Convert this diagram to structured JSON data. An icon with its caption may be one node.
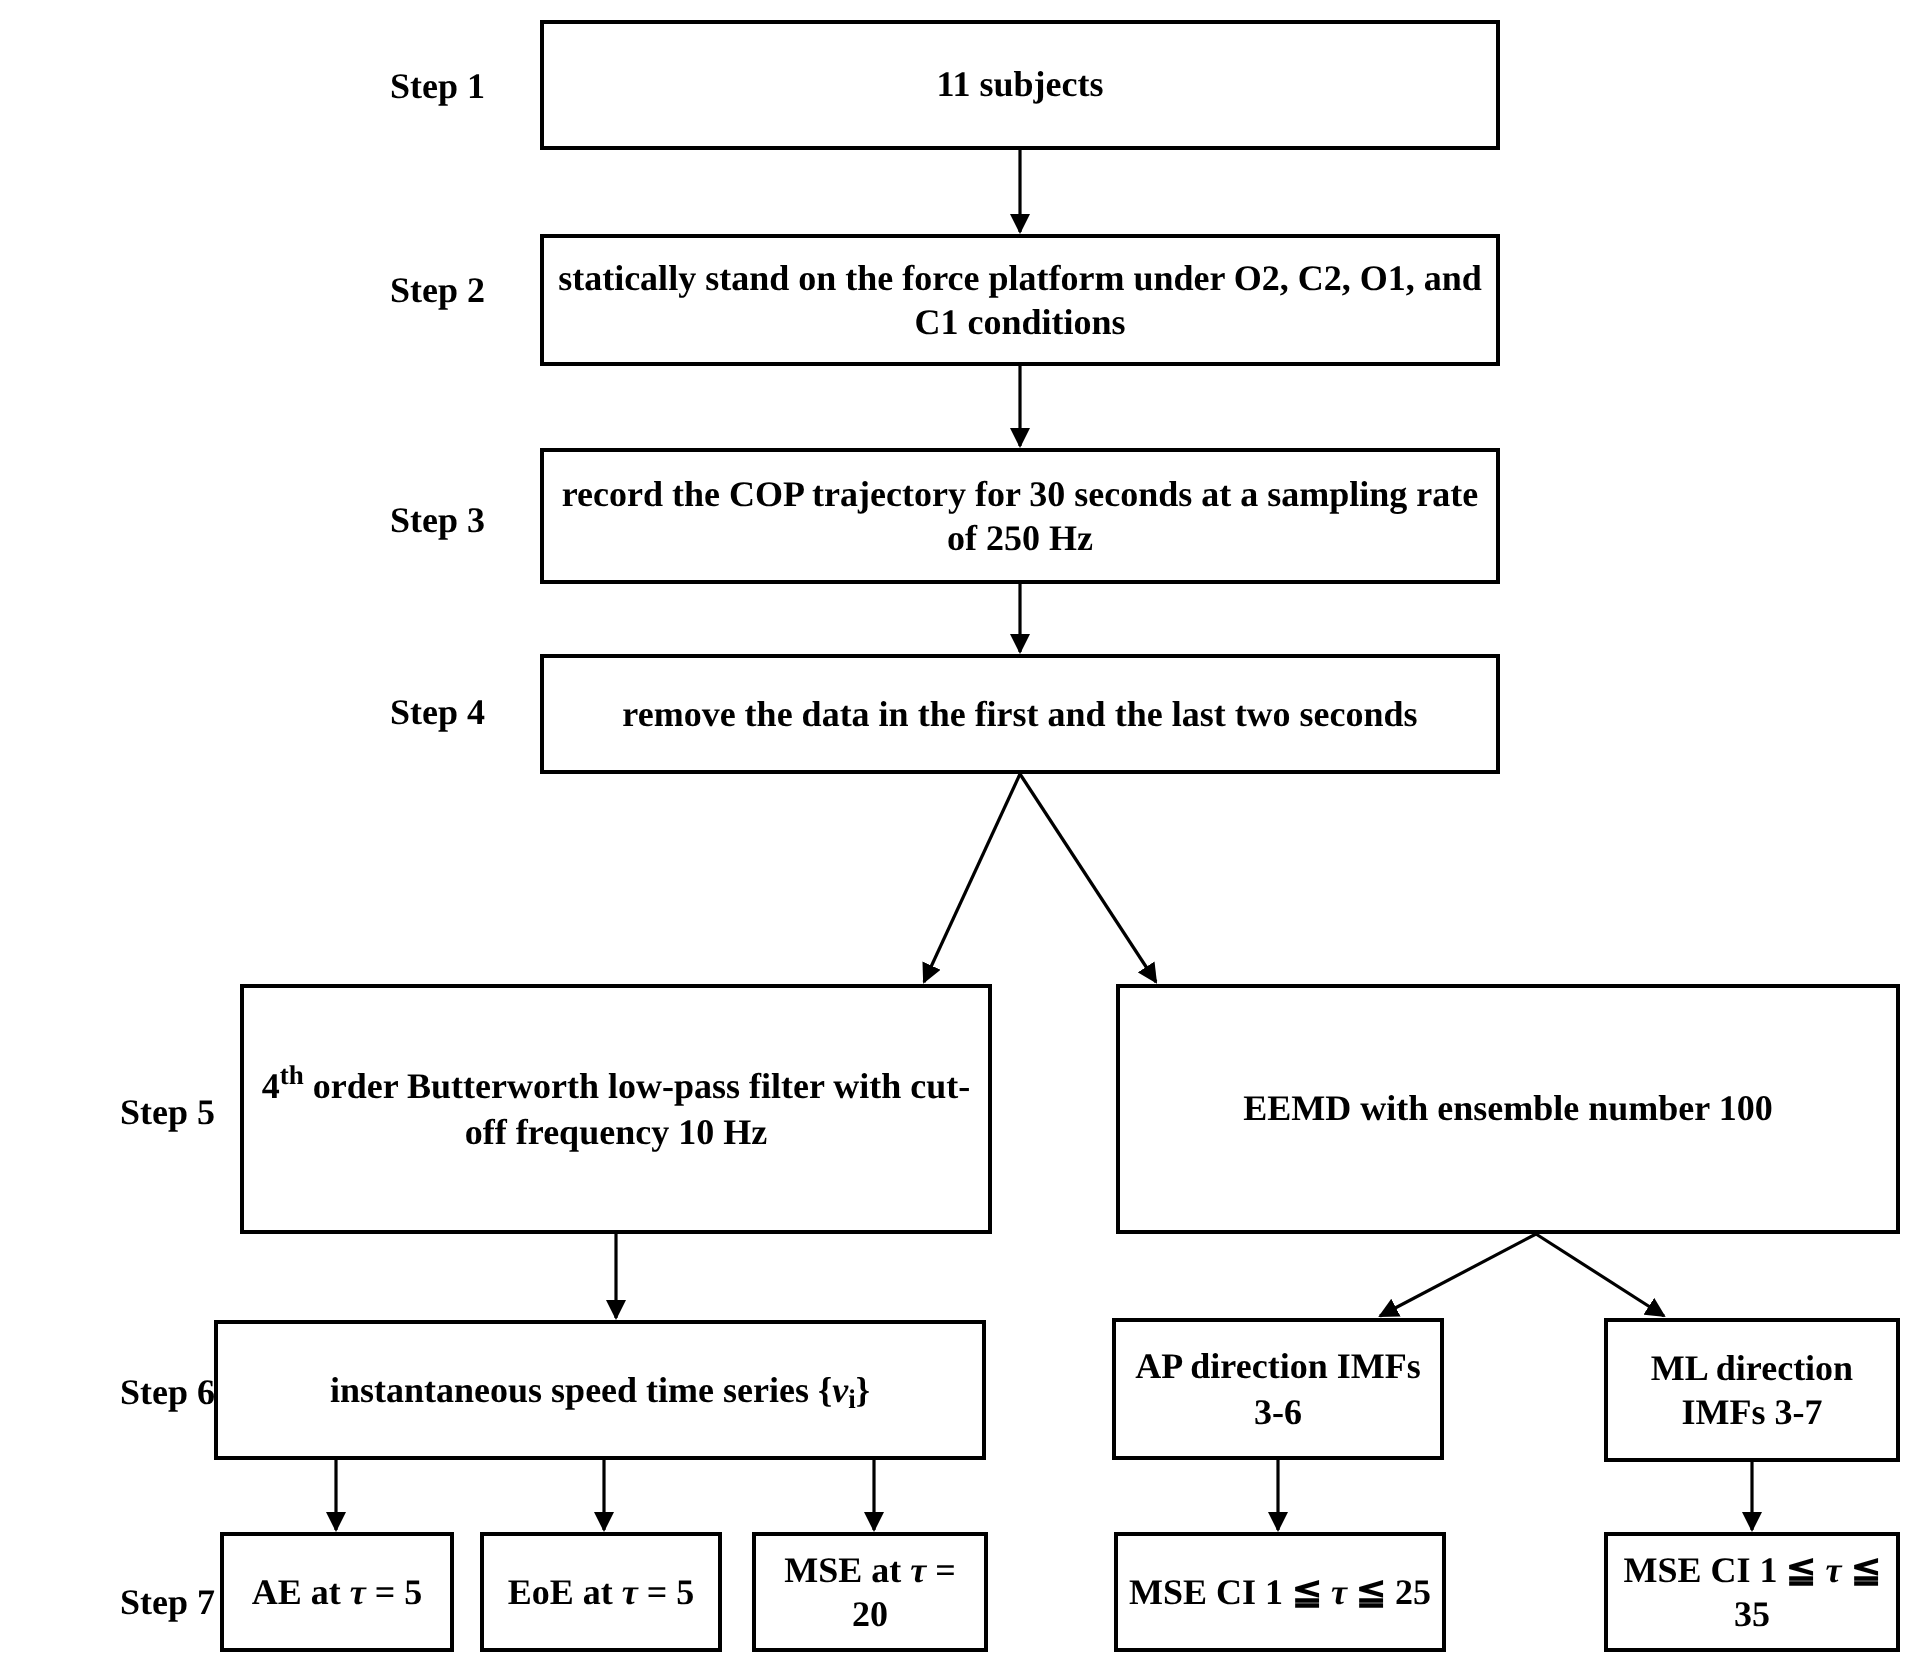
{
  "diagram": {
    "nodes": [
      {
        "text": [
          "11 subjects"
        ]
      },
      {
        "text": [
          "statically stand on the force platform under O2, C2, O1, and C1 conditions"
        ]
      },
      {
        "text": [
          "record the COP trajectory for 30 seconds at a sampling rate of 250 Hz"
        ]
      },
      {
        "text": [
          "remove the data in the first and the last two seconds"
        ]
      },
      {
        "text": [
          "4$^{th}$ order Butterworth low-pass filter with cut-off frequency 10 Hz"
        ]
      },
      {
        "text": [
          "EEMD with ensemble number 100"
        ]
      },
      {
        "text": [
          "instantaneous speed time series {*v*$_{i}$}"
        ]
      },
      {
        "text": [
          "AP direction IMFs 3-6"
        ]
      },
      {
        "text": [
          "ML direction IMFs 3-7"
        ]
      },
      {
        "text": [
          "AE at *τ* = 5"
        ]
      },
      {
        "text": [
          "EoE at *τ* = 5"
        ]
      },
      {
        "text": [
          "MSE at *τ* = 20"
        ]
      },
      {
        "text": [
          "MSE CI 1 ≦ *τ* ≦ 25"
        ]
      },
      {
        "text": [
          "MSE CI 1 ≦ *τ* ≦ 35"
        ]
      }
    ],
    "edges": [
      {
        "from": 0,
        "to": 1,
        "arrow": "to"
      },
      {
        "from": 1,
        "to": 2,
        "arrow": "to"
      },
      {
        "from": 2,
        "to": 3,
        "arrow": "to"
      },
      {
        "from": 3,
        "to": 4,
        "arrow": "to"
      },
      {
        "from": 3,
        "to": 5,
        "arrow": "to"
      },
      {
        "from": 4,
        "to": 6,
        "arrow": "to"
      },
      {
        "from": 5,
        "to": 7,
        "arrow": "to"
      },
      {
        "from": 5,
        "to": 8,
        "arrow": "to"
      },
      {
        "from": 6,
        "to": 9,
        "arrow": "to"
      },
      {
        "from": 6,
        "to": 10,
        "arrow": "to"
      },
      {
        "from": 6,
        "to": 11,
        "arrow": "to"
      },
      {
        "from": 7,
        "to": 12,
        "arrow": "to"
      },
      {
        "from": 8,
        "to": 13,
        "arrow": "to"
      }
    ],
    "labels": [
      "Step 1",
      "Step 2",
      "Step 3",
      "Step 4",
      "Step 5",
      "Step 6",
      "Step 7"
    ]
  }
}
